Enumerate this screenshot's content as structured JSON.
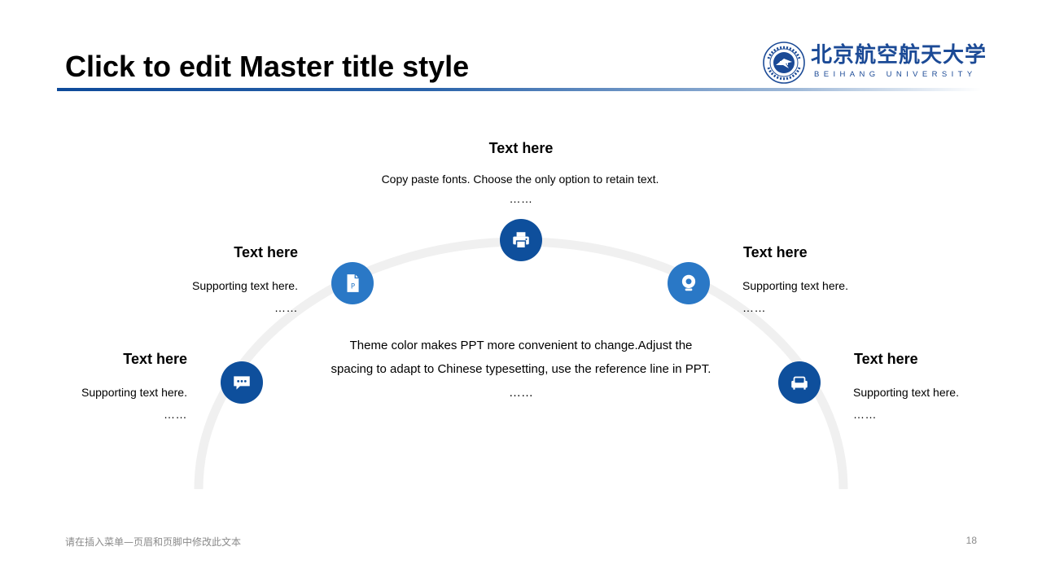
{
  "slide": {
    "title": "Click to edit Master title style",
    "logo": {
      "cn_name": "北京航空航天大学",
      "en_name": "BEIHANG UNIVERSITY",
      "seal_text": "北京航空航天大学"
    },
    "center": {
      "line1": "Theme color makes PPT more convenient to change.Adjust the",
      "line2": "spacing to adapt to Chinese typesetting, use the reference line in PPT.",
      "ellipsis": "……"
    },
    "top_item": {
      "heading": "Text here",
      "body": "Copy paste fonts. Choose the only option to retain text.",
      "ellipsis": "……",
      "icon": "printer-icon"
    },
    "left_upper_item": {
      "heading": "Text here",
      "body": "Supporting  text here.",
      "ellipsis": "……",
      "icon": "document-p-icon"
    },
    "left_lower_item": {
      "heading": "Text here",
      "body": "Supporting  text here.",
      "ellipsis": "……",
      "icon": "chat-bubble-icon"
    },
    "right_upper_item": {
      "heading": "Text here",
      "body": "Supporting  text here.",
      "ellipsis": "……",
      "icon": "webcam-icon"
    },
    "right_lower_item": {
      "heading": "Text here",
      "body": "Supporting  text here.",
      "ellipsis": "……",
      "icon": "sofa-icon"
    },
    "footer": "请在插入菜单—页眉和页脚中修改此文本",
    "page_number": "18"
  },
  "colors": {
    "accent_dark": "#0e4f9c",
    "accent_light": "#2a78c6",
    "arc": "#f0f0f0",
    "footer_text": "#8a8a8a"
  }
}
